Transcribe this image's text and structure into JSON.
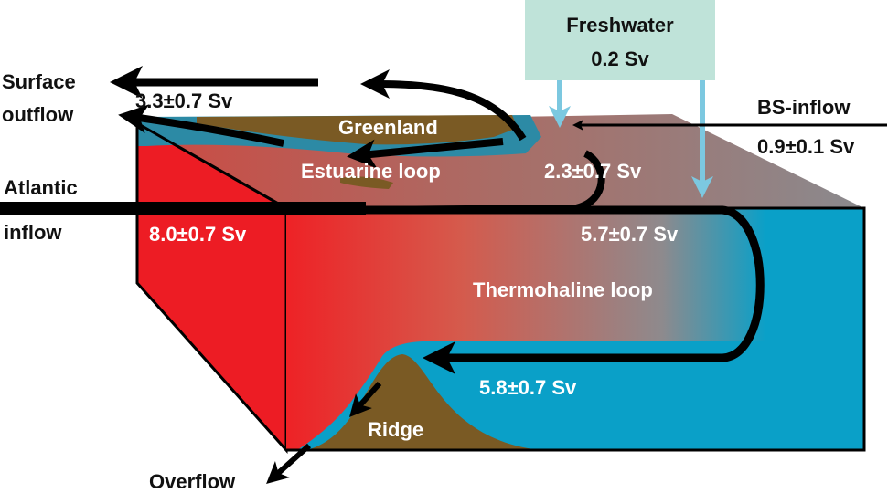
{
  "freshwater": {
    "title": "Freshwater",
    "value": "0.2 Sv"
  },
  "surface_outflow": {
    "line1": "Surface",
    "line2": "outflow",
    "value": "3.3±0.7 Sv"
  },
  "bs_inflow": {
    "label": "BS-inflow",
    "value": "0.9±0.1 Sv"
  },
  "atlantic_inflow": {
    "line1": "Atlantic",
    "line2": "inflow",
    "value": "8.0±0.7 Sv"
  },
  "greenland": "Greenland",
  "estuarine_loop": {
    "label": "Estuarine loop",
    "value": "2.3±0.7 Sv"
  },
  "thermohaline_loop": {
    "label": "Thermohaline loop",
    "upper_value": "5.7±0.7 Sv",
    "lower_value": "5.8±0.7 Sv"
  },
  "ridge": "Ridge",
  "overflow": "Overflow",
  "colors": {
    "red": "#ed1c24",
    "blue": "#0aa0c8",
    "land": "#7a5a24",
    "freshwater_box": "#bfe3d9",
    "freshwater_arrow": "#7cc8e0"
  }
}
